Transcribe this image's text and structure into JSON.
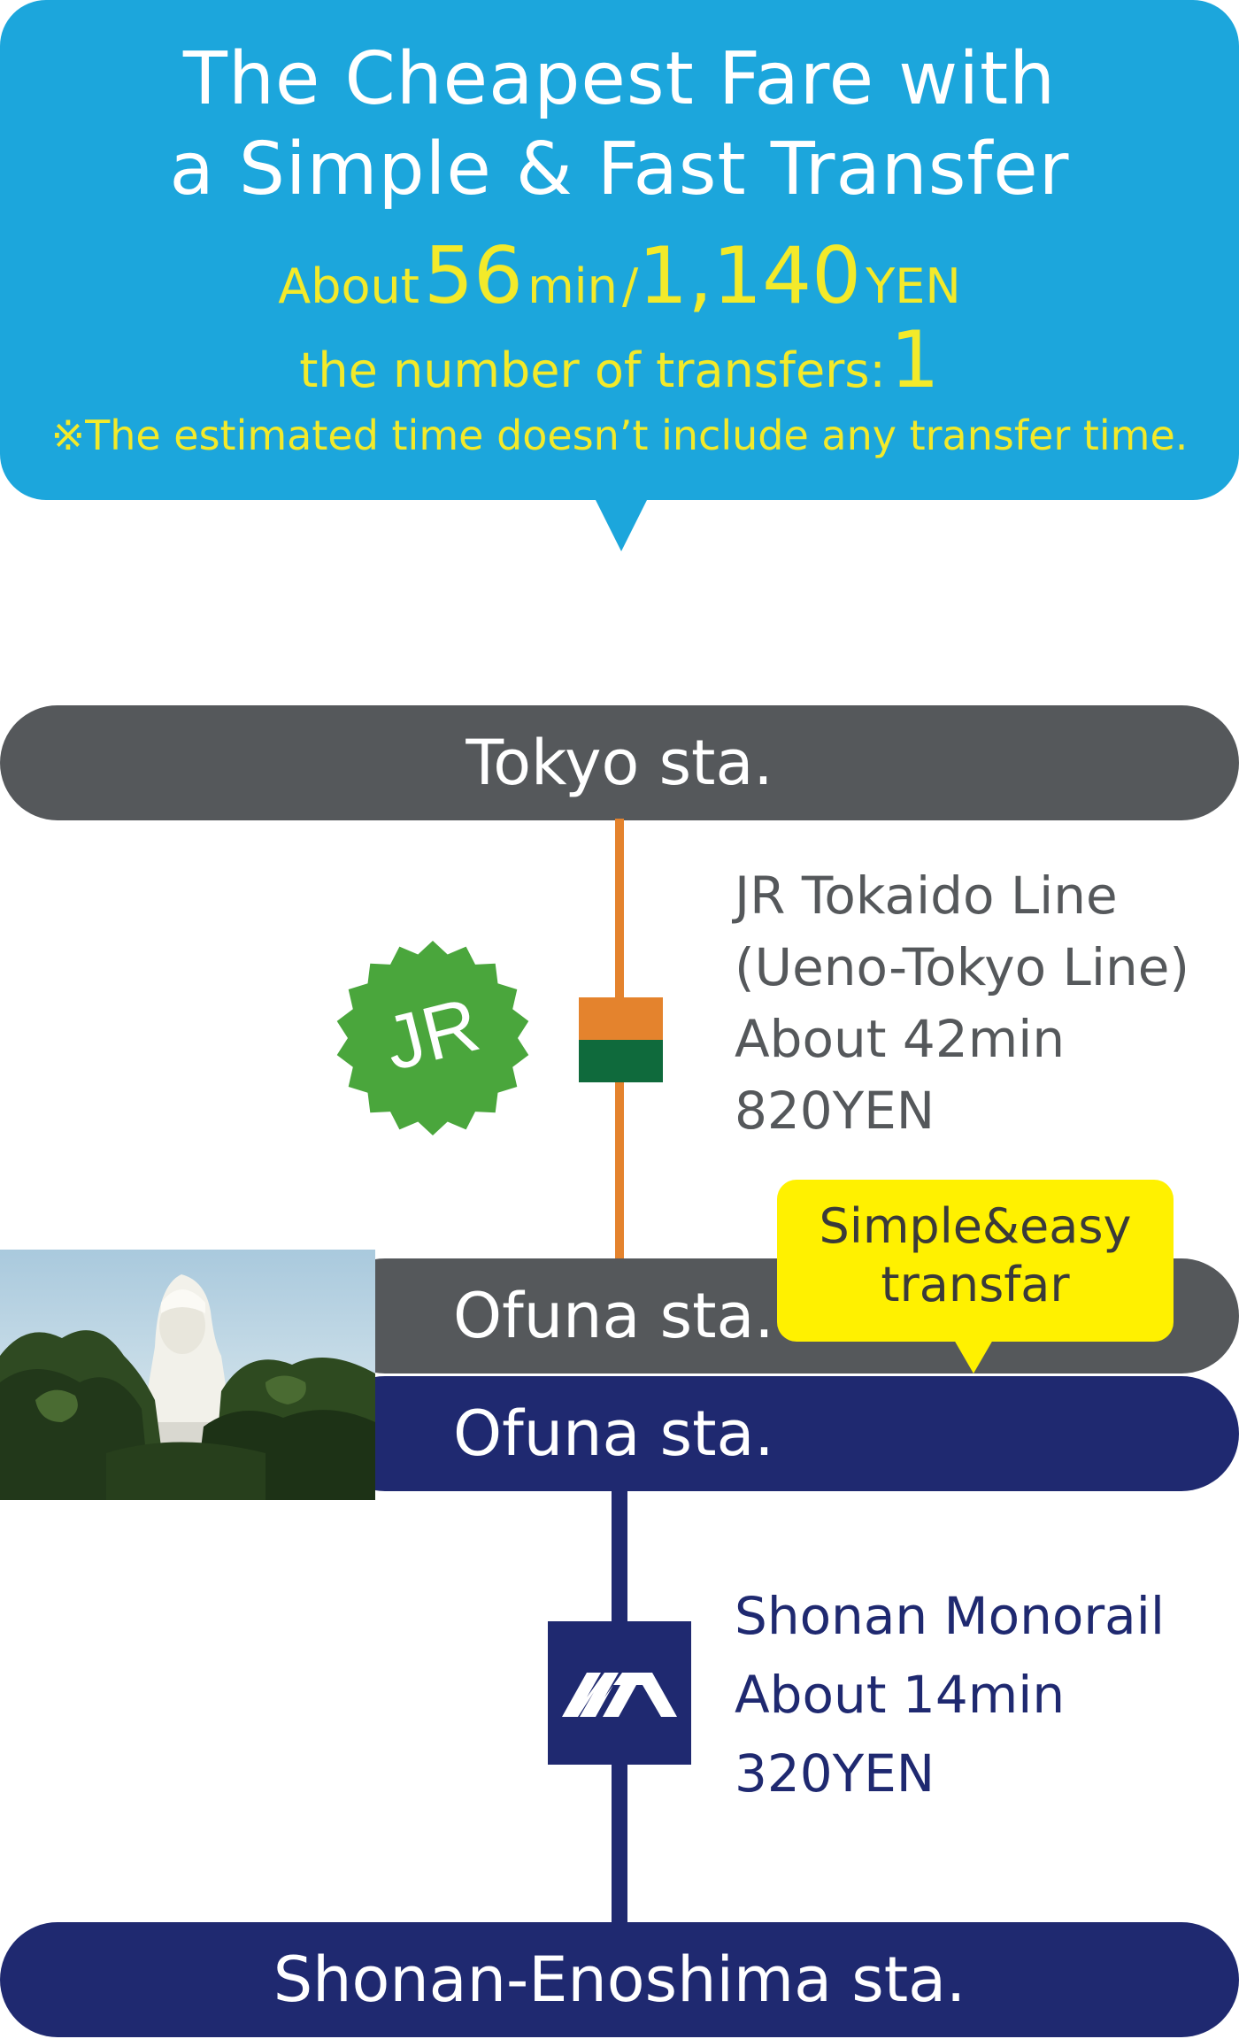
{
  "header": {
    "title_line1": "The Cheapest Fare with",
    "title_line2": "a Simple & Fast Transfer",
    "about_label": "About",
    "minutes_value": "56",
    "minutes_unit": "min",
    "slash": "/",
    "fare_value": "1,140",
    "fare_unit": "YEN",
    "transfers_label": "the number of transfers:",
    "transfers_value": "1",
    "note": "※The estimated time doesn’t include any transfer time."
  },
  "stations": {
    "tokyo": "Tokyo sta.",
    "ofuna_jr": "Ofuna sta.",
    "ofuna_monorail": "Ofuna sta.",
    "shonan_enoshima": "Shonan-Enoshima sta."
  },
  "routes": {
    "jr": {
      "logo": "JR",
      "line1": "JR Tokaido Line",
      "line2": "(Ueno-Tokyo Line)",
      "time": "About 42min",
      "fare": "820YEN"
    },
    "monorail": {
      "line1": "Shonan Monorail",
      "time": "About 14min",
      "fare": "320YEN"
    }
  },
  "transfer_badge": {
    "line1": "Simple&easy",
    "line2": "transfar"
  },
  "colors": {
    "callout_blue": "#1ca6dc",
    "highlight_yellow": "#f3ea2a",
    "jr_gray": "#55585b",
    "jr_orange": "#e4832d",
    "jr_green": "#0f6a3c",
    "jr_logo_green": "#4aa63c",
    "monorail_navy": "#1f2970",
    "badge_yellow": "#fff100"
  },
  "icons": {
    "jr_logo": "jr-logo-icon",
    "monorail_logo": "shonan-monorail-logo-icon",
    "photo": "ofuna-kannon-photo"
  }
}
